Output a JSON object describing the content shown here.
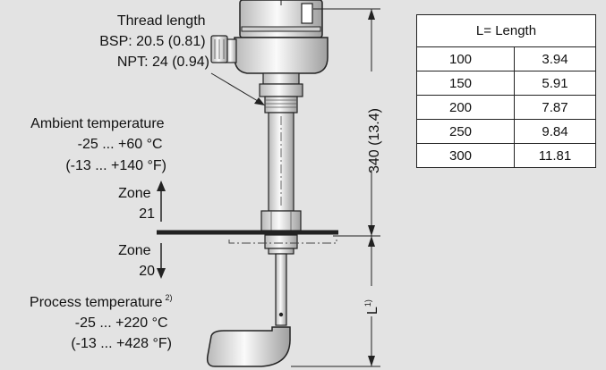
{
  "thread": {
    "title": "Thread length",
    "bsp": "BSP: 20.5 (0.81)",
    "npt": "NPT: 24 (0.94)"
  },
  "ambient": {
    "title": "Ambient temperature",
    "celsius": "-25 ... +60 °C",
    "fahrenheit": "(-13 ... +140 °F)"
  },
  "zone21": {
    "word": "Zone",
    "number": "21"
  },
  "zone20": {
    "word": "Zone",
    "number": "20"
  },
  "process": {
    "title": "Process temperature",
    "footnote": "2)",
    "celsius": "-25 ... +220 °C",
    "fahrenheit": "(-13 ... +428 °F)"
  },
  "dimension_total": "340 (13.4)",
  "dimension_length": {
    "text": "L",
    "footnote": "1)"
  },
  "length_table": {
    "header": "L= Length",
    "rows": [
      {
        "mm": "100",
        "inch": "3.94"
      },
      {
        "mm": "150",
        "inch": "5.91"
      },
      {
        "mm": "200",
        "inch": "7.87"
      },
      {
        "mm": "250",
        "inch": "9.84"
      },
      {
        "mm": "300",
        "inch": "11.81"
      }
    ]
  }
}
